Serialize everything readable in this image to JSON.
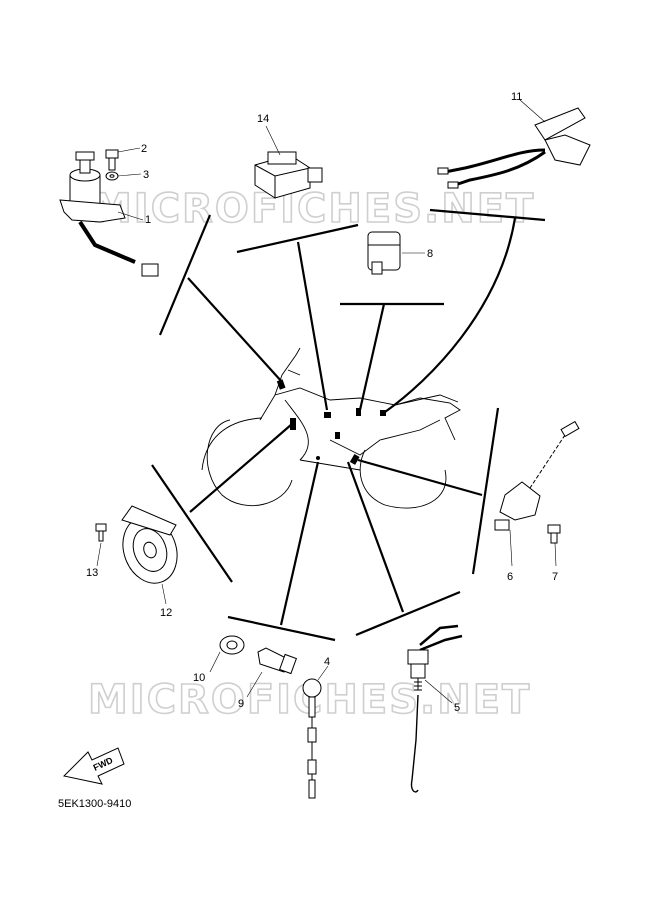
{
  "watermark": "MICROFICHES.NET",
  "diagram_code": "5EK1300-9410",
  "fwd_label": "FWD",
  "callouts": {
    "c1": "1",
    "c2": "2",
    "c3": "3",
    "c4": "4",
    "c5": "5",
    "c6": "6",
    "c7": "7",
    "c8": "8",
    "c9": "9",
    "c10": "10",
    "c11": "11",
    "c12": "12",
    "c13": "13",
    "c14": "14"
  }
}
